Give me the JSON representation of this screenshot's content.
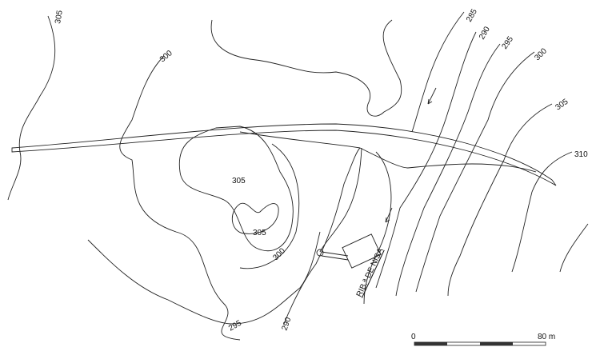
{
  "contour_labels": {
    "c305_topleft": "305",
    "c300_top": "300",
    "c285": "285",
    "c290_right": "290",
    "c295_right": "295",
    "c300_right": "300",
    "c305_right": "305",
    "c310": "310",
    "c305_hill1": "305",
    "c305_hill2": "305",
    "c300_bottom": "300",
    "c295_bottom": "295",
    "c290_bottom": "290"
  },
  "river_label": "RIB.ª DE NISA",
  "scale_bar": {
    "start": "0",
    "end": "80 m"
  },
  "colors": {
    "ink": "#222222",
    "paper": "#ffffff"
  }
}
